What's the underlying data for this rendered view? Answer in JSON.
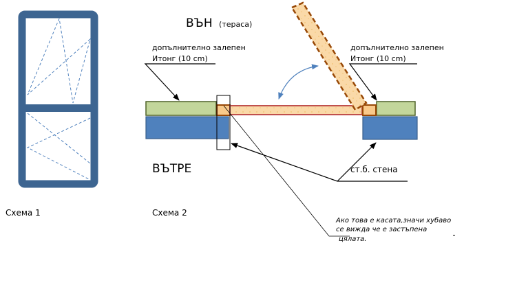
{
  "labels": {
    "outside": "ВЪН",
    "outside_sub": "(тераса)",
    "inside": "ВЪТРЕ",
    "glued_left_line1": "допълнително залепен",
    "glued_left_line2": "Итонг (10 cm)",
    "glued_right_line1": "допълнително залепен",
    "glued_right_line2": "Итонг (10 cm)",
    "wall": "ст.б. стена",
    "note_line1": "Ако това е касата,значи хубаво",
    "note_line2": "се вижда че е застъпена",
    "note_line3": "цялата."
  },
  "captions": {
    "scheme1": "Схема 1",
    "scheme2": "Схема 2"
  },
  "colors": {
    "frame": "#3d6591",
    "ytong": "#c3d69b",
    "ytong_border": "#4f6228",
    "wall": "#4f81bd",
    "wall_border": "#385d8a",
    "door": "#fad9a8",
    "door_border": "#c0504d",
    "door_edge": "#984806",
    "swing_arrow": "#4f81bd"
  }
}
